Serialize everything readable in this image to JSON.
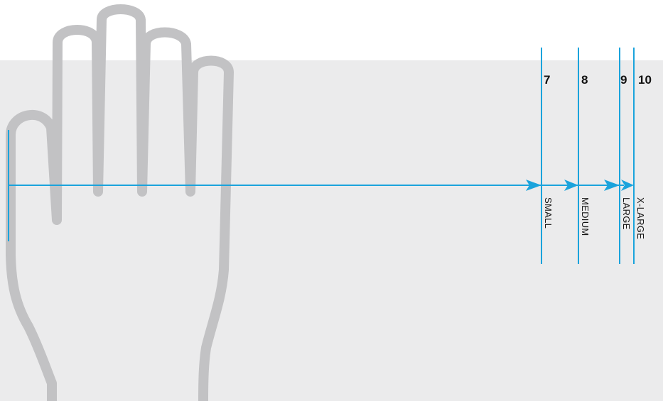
{
  "colors": {
    "background_band": "#ebebec",
    "hand": "#c2c2c4",
    "measure_line": "#1aa3dc",
    "text": "#111111"
  },
  "icons": {
    "hand": "hand-outline-icon",
    "arrow": "arrowhead-right-icon"
  },
  "sizes": [
    {
      "number": "7",
      "label": "SMALL"
    },
    {
      "number": "8",
      "label": "MEDIUM"
    },
    {
      "number": "9",
      "label": "LARGE"
    },
    {
      "number": "10",
      "label": "X-LARGE"
    }
  ]
}
